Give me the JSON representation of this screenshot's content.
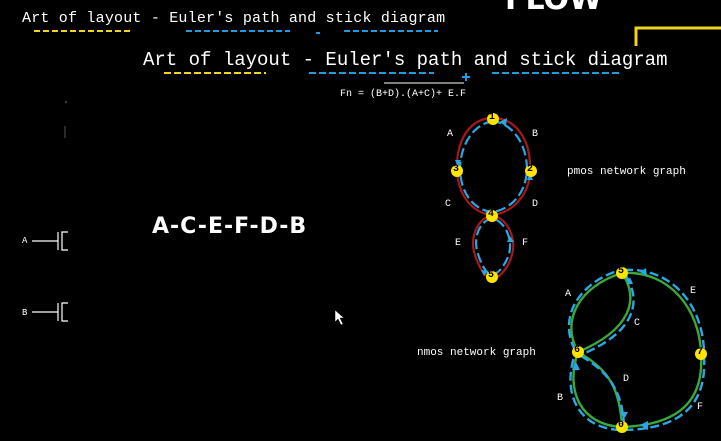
{
  "slide": {
    "top_title": "Art of layout - Euler's path and stick diagram",
    "corner_label": "FLOW",
    "main_title": "Art of layout - Euler's path and stick diagram",
    "formula": "Fn = (B+D).(A+C)+ E.F",
    "euler_path": "A-C-E-F-D-B",
    "transistor_inputs": [
      "A",
      "B"
    ],
    "pmos_label": "pmos network graph",
    "nmos_label": "nmos network graph",
    "pmos_graph": {
      "nodes": [
        "1",
        "2",
        "3",
        "4",
        "5"
      ],
      "edges": [
        "A",
        "B",
        "C",
        "D",
        "E",
        "F"
      ]
    },
    "nmos_graph": {
      "nodes": [
        "5",
        "6",
        "7",
        "0"
      ],
      "edges": [
        "A",
        "C",
        "E",
        "D",
        "B",
        "F"
      ]
    },
    "colors": {
      "underline_yellow": "#f2d51f",
      "underline_blue": "#1e9be5",
      "path_blue": "#2aa7e6",
      "path_red": "#a81818",
      "path_green": "#3aa83a",
      "node_yellow": "#ffe400"
    }
  }
}
